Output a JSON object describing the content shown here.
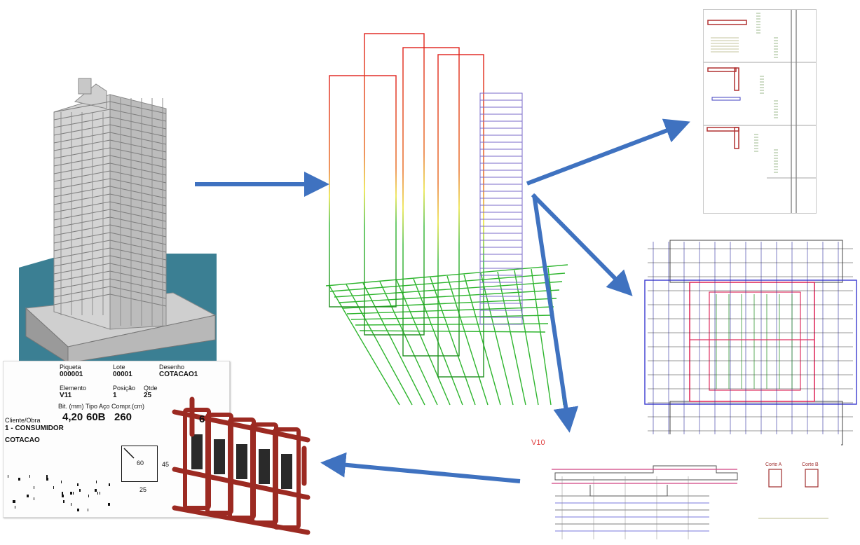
{
  "tag": {
    "piqueta_label": "Piqueta",
    "piqueta_value": "000001",
    "lote_label": "Lote",
    "lote_value": "00001",
    "desenho_label": "Desenho",
    "desenho_value": "COTACAO1",
    "elemento_label": "Elemento",
    "elemento_value": "V11",
    "posicao_label": "Posição",
    "posicao_value": "1",
    "qtde_label": "Qtde",
    "qtde_value": "25",
    "bit_label": "Bit. (mm) Tipo Aço Compr.(cm)",
    "bit_value": "4,20",
    "aco_value": "60B",
    "compr_value": "260",
    "cliente_label": "Cliente/Obra",
    "cliente_line1": "1 - CONSUMIDOR",
    "cliente_line2": "COTACAO",
    "shape_dim_diag": "60",
    "shape_dim_side": "45",
    "shape_dim_bottom": "25",
    "partial_value": "6"
  },
  "beam_drawing": {
    "title": "V10",
    "section_a": "Corte A",
    "section_b": "Corte B"
  },
  "colors": {
    "arrow": "#3f72c0",
    "ground": "#3b7f93",
    "stress_high": "#e0201a",
    "stress_mid": "#e8e020",
    "stress_low": "#2eb52e",
    "rebar": "#9c2a22"
  }
}
